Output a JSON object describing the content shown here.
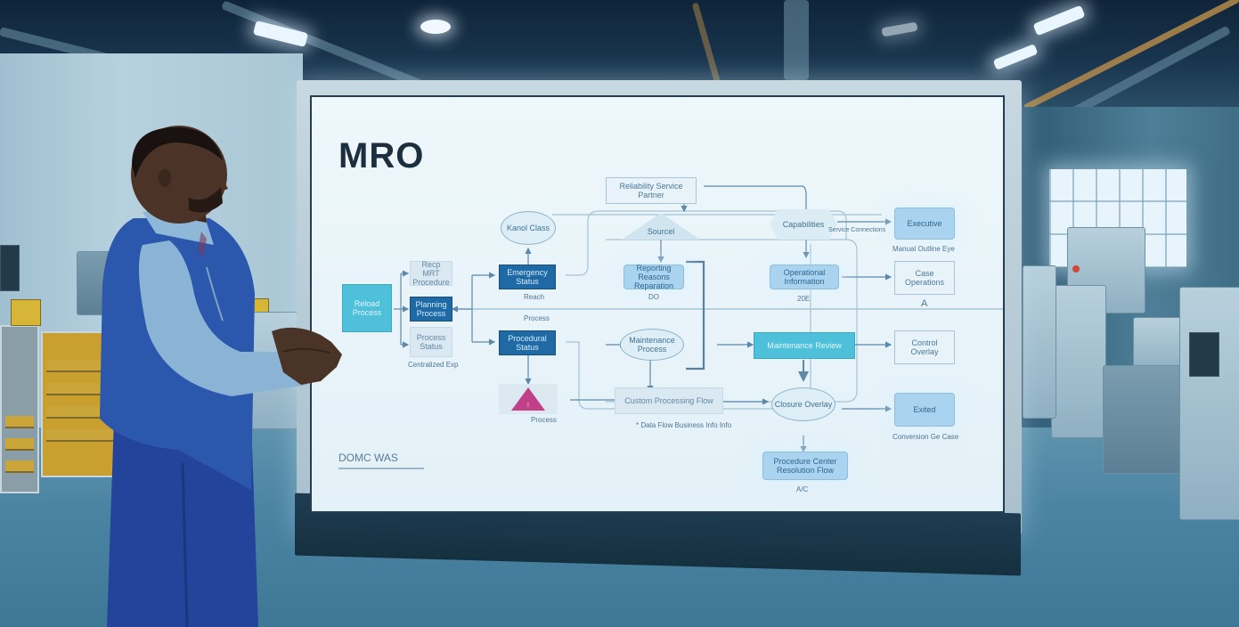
{
  "scene": {
    "description": "Technician presenting an MRO process flowchart on a large display in an industrial maintenance facility",
    "colors": {
      "screen_bg": "#eaf5fa",
      "node_dark": "#1f6aa5",
      "node_light": "#a9d3ee",
      "node_teal": "#4fc0da",
      "warning_triangle": "#c0408a",
      "vest": "#2c5aa8",
      "shirt": "#8fb8d8"
    }
  },
  "display": {
    "title": "MRO",
    "footer_note": "DOMC WAS",
    "nodes": [
      {
        "id": "n1",
        "label": "Reload Process",
        "style": "teal"
      },
      {
        "id": "n2",
        "label": "Recp MRT Procedure",
        "style": "pale"
      },
      {
        "id": "n3",
        "label": "Planning Process",
        "style": "dark"
      },
      {
        "id": "n4",
        "label": "Process Status",
        "style": "pale"
      },
      {
        "id": "n5",
        "label": "Emergency Status",
        "style": "dark"
      },
      {
        "id": "n6",
        "label": "Procedural Status",
        "style": "dark"
      },
      {
        "id": "n7",
        "label": "Kanol Class",
        "style": "ellipse"
      },
      {
        "id": "n8",
        "label": "Reliability Service Partner",
        "style": "outline"
      },
      {
        "id": "n9",
        "label": "Sourcel",
        "style": "triangle"
      },
      {
        "id": "n10",
        "label": "Reporting Reasons Reparation",
        "style": "light"
      },
      {
        "id": "n11",
        "label": "Capabilities",
        "style": "hexagon"
      },
      {
        "id": "n12",
        "label": "Operational Information",
        "style": "light"
      },
      {
        "id": "n13",
        "label": "Executive",
        "style": "light"
      },
      {
        "id": "n14",
        "label": "Case Operations",
        "style": "outline"
      },
      {
        "id": "n15",
        "label": "Maintenance Process",
        "style": "ellipse"
      },
      {
        "id": "n16",
        "label": "Maintenance Review",
        "style": "teal"
      },
      {
        "id": "n17",
        "label": "Control Overlay",
        "style": "outline"
      },
      {
        "id": "n18",
        "label": "Custom Processing Flow",
        "style": "pale"
      },
      {
        "id": "n19",
        "label": "Closure Overlay",
        "style": "ellipse"
      },
      {
        "id": "n20",
        "label": "Exited",
        "style": "light"
      },
      {
        "id": "n21",
        "label": "Procedure Center Resolution Flow",
        "style": "light"
      },
      {
        "id": "n22",
        "label": "",
        "style": "warn"
      }
    ],
    "captions": [
      {
        "id": "c1",
        "text": "Centralized Exp"
      },
      {
        "id": "c2",
        "text": "Reach"
      },
      {
        "id": "c3",
        "text": "Process"
      },
      {
        "id": "c4",
        "text": "Process"
      },
      {
        "id": "c5",
        "text": "DO"
      },
      {
        "id": "c6",
        "text": "20E"
      },
      {
        "id": "c7",
        "text": "Manual Outline Eye"
      },
      {
        "id": "c8",
        "text": "A"
      },
      {
        "id": "c9",
        "text": "Conversion Ge Case"
      },
      {
        "id": "c10",
        "text": "* Data Flow Business Info Info"
      },
      {
        "id": "c11",
        "text": "A/C"
      },
      {
        "id": "c12",
        "text": "Service Connections"
      }
    ]
  }
}
